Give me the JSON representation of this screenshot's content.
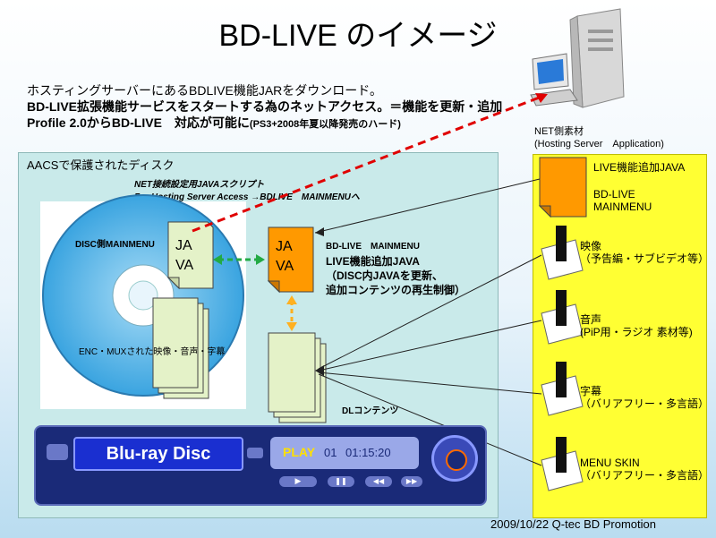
{
  "title": "BD-LIVE のイメージ",
  "intro": {
    "line1": "ホスティングサーバーにあるBDLIVE機能JARをダウンロード。",
    "line2": "BD-LIVE拡張機能サービスをスタートする為のネットアクセス。＝機能を更新・追加",
    "line3a": "Profile 2.0からBD-LIVE　対応が可能に",
    "line3b": "(PS3+2008年夏以降発売のハード)"
  },
  "server": {
    "label1": "NET側素材",
    "label2": "(Hosting Server　Application)"
  },
  "disc_box": {
    "label": "AACSで保護されたディスク",
    "script_label1": "NET接続設定用JAVAスクリプト",
    "script_label2": "For Hosting Server Access →BDLIVE　MAINMENUへ",
    "disc_mainmenu": "DISC側MAINMENU",
    "java_text1": "JA",
    "java_text2": "VA",
    "enc_label": "ENC・MUXされた映像・音声・字幕",
    "bdlive_mainmenu": "BD-LIVE　MAINMENU",
    "live_java1": "LIVE機能追加JAVA",
    "live_java2": "（DISC内JAVAを更新、",
    "live_java3": "追加コンテンツの再生制御）",
    "dl_contents": "DLコンテンツ"
  },
  "net_items": [
    {
      "line1": "LIVE機能追加JAVA",
      "line2": "BD-LIVE",
      "line3": "MAINMENU"
    },
    {
      "line1": "映像",
      "line2": "（予告編・サブビデオ等）"
    },
    {
      "line1": "音声",
      "line2": "(PiP用・ラジオ 素材等)"
    },
    {
      "line1": "字幕",
      "line2": "（バリアフリー・多言語）"
    },
    {
      "line1": "MENU SKIN",
      "line2": "（バリアフリー・多言語）"
    }
  ],
  "player": {
    "brand": "Blu-ray Disc",
    "play": "PLAY",
    "chapter": "01",
    "time": "01:15:20"
  },
  "footer": "2009/10/22 Q-tec BD Promotion",
  "colors": {
    "yellow_panel": "#ffff33",
    "teal_box": "#c9eaea",
    "orange_java": "#ff9900",
    "green_doc": "#e4f2c8",
    "disc_blue": "#5ab4e6",
    "red_dashed": "#e00000",
    "player_navy": "#1a2a78"
  }
}
